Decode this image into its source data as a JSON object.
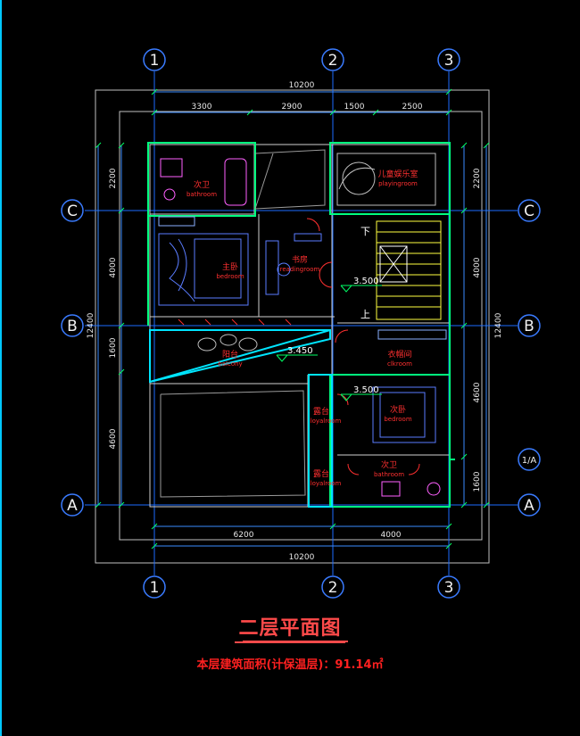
{
  "drawing": {
    "grid_columns": [
      "1",
      "2",
      "3"
    ],
    "grid_rows": [
      "C",
      "B",
      "A"
    ],
    "grid_row_extra": "1/A",
    "dims": {
      "top_total": "10200",
      "top_segments": [
        "3300",
        "2900",
        "1500",
        "2500"
      ],
      "bottom_segments": [
        "6200",
        "4000"
      ],
      "bottom_total": "10200",
      "left_segments": [
        "2200",
        "4000",
        "1600",
        "4600"
      ],
      "left_total": "12400",
      "right_segments": [
        "2200",
        "4000",
        "4600",
        "1600"
      ],
      "right_total": "12400"
    },
    "rooms": [
      {
        "cn": "次卫",
        "en": "bathroom"
      },
      {
        "cn": "儿童娱乐室",
        "en": "playingroom"
      },
      {
        "cn": "主卧",
        "en": "bedroom"
      },
      {
        "cn": "书房",
        "en": "readingroom"
      },
      {
        "cn": "阳台",
        "en": "balcony"
      },
      {
        "cn": "衣帽间",
        "en": "clkroom"
      },
      {
        "cn": "次卧",
        "en": "bedroom"
      },
      {
        "cn": "露台",
        "en": "loyalroom"
      },
      {
        "cn": "露台",
        "en": "loyalroom"
      },
      {
        "cn": "次卫",
        "en": "bathroom"
      }
    ],
    "levels": [
      "3.500",
      "3.450",
      "3.500"
    ],
    "stair_labels": {
      "down": "下",
      "up": "上"
    }
  },
  "title": "二层平面图",
  "area_note": "本层建筑面积(计保温层)：91.14㎡"
}
